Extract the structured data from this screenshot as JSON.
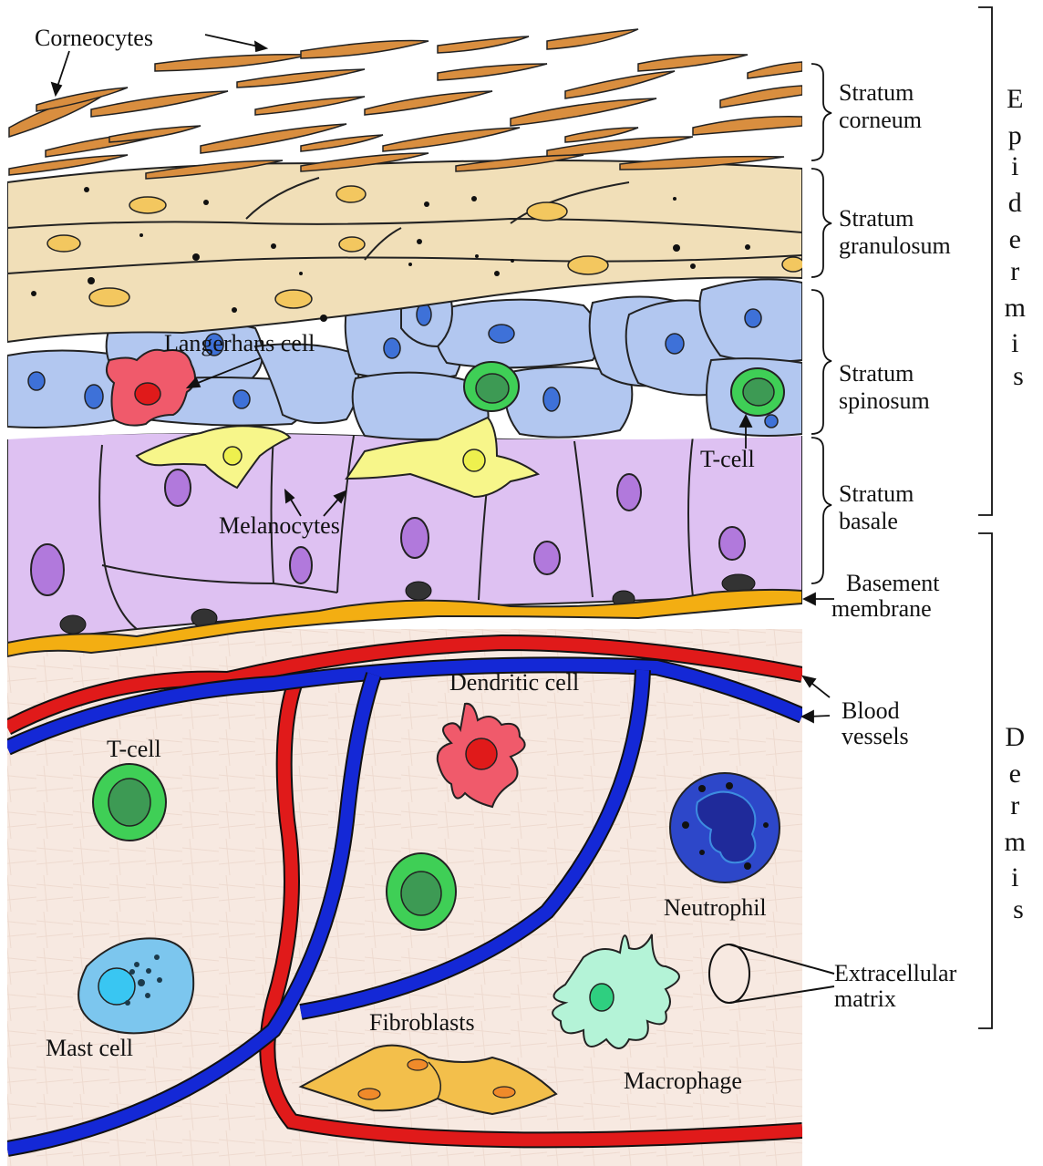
{
  "colors": {
    "corneocyte": "#d98e3f",
    "granulosum": "#f1dfb8",
    "spinosum": "#b2c7f0",
    "basale": "#dec1f2",
    "membrane": "#f3ae12",
    "dermis": "#f7e9e1",
    "artery": "#e01a1a",
    "vein": "#1428d6",
    "tcell": "#3fcf56",
    "melanocyte": "#f7f68a",
    "dendritic": "#f05a6b",
    "mast": "#7cc6ee",
    "neutrophil": "#2d47c9",
    "macrophage": "#b4f3d7",
    "fibroblast": "#f3bf4b"
  },
  "labels": {
    "corneocytes": "Corneocytes",
    "stratum_corneum": [
      "Stratum",
      "corneum"
    ],
    "stratum_granulosum": [
      "Stratum",
      "granulosum"
    ],
    "stratum_spinosum": [
      "Stratum",
      "spinosum"
    ],
    "stratum_basale": [
      "Stratum",
      "basale"
    ],
    "epidermis": [
      "E",
      "p",
      "i",
      "d",
      "e",
      "r",
      "m",
      "i",
      "s"
    ],
    "dermis": [
      "D",
      "e",
      "r",
      "m",
      "i",
      "s"
    ],
    "langerhans": "Langerhans cell",
    "tcell_epidermis": "T-cell",
    "melanocytes": "Melanocytes",
    "basement_membrane": [
      "Basement",
      "membrane"
    ],
    "blood_vessels": [
      "Blood",
      "vessels"
    ],
    "dendritic_cell": "Dendritic cell",
    "tcell_dermis": "T-cell",
    "neutrophil": "Neutrophil",
    "extracellular_matrix": [
      "Extracellular",
      "matrix"
    ],
    "mast_cell": "Mast cell",
    "fibroblasts": "Fibroblasts",
    "macrophage": "Macrophage"
  }
}
